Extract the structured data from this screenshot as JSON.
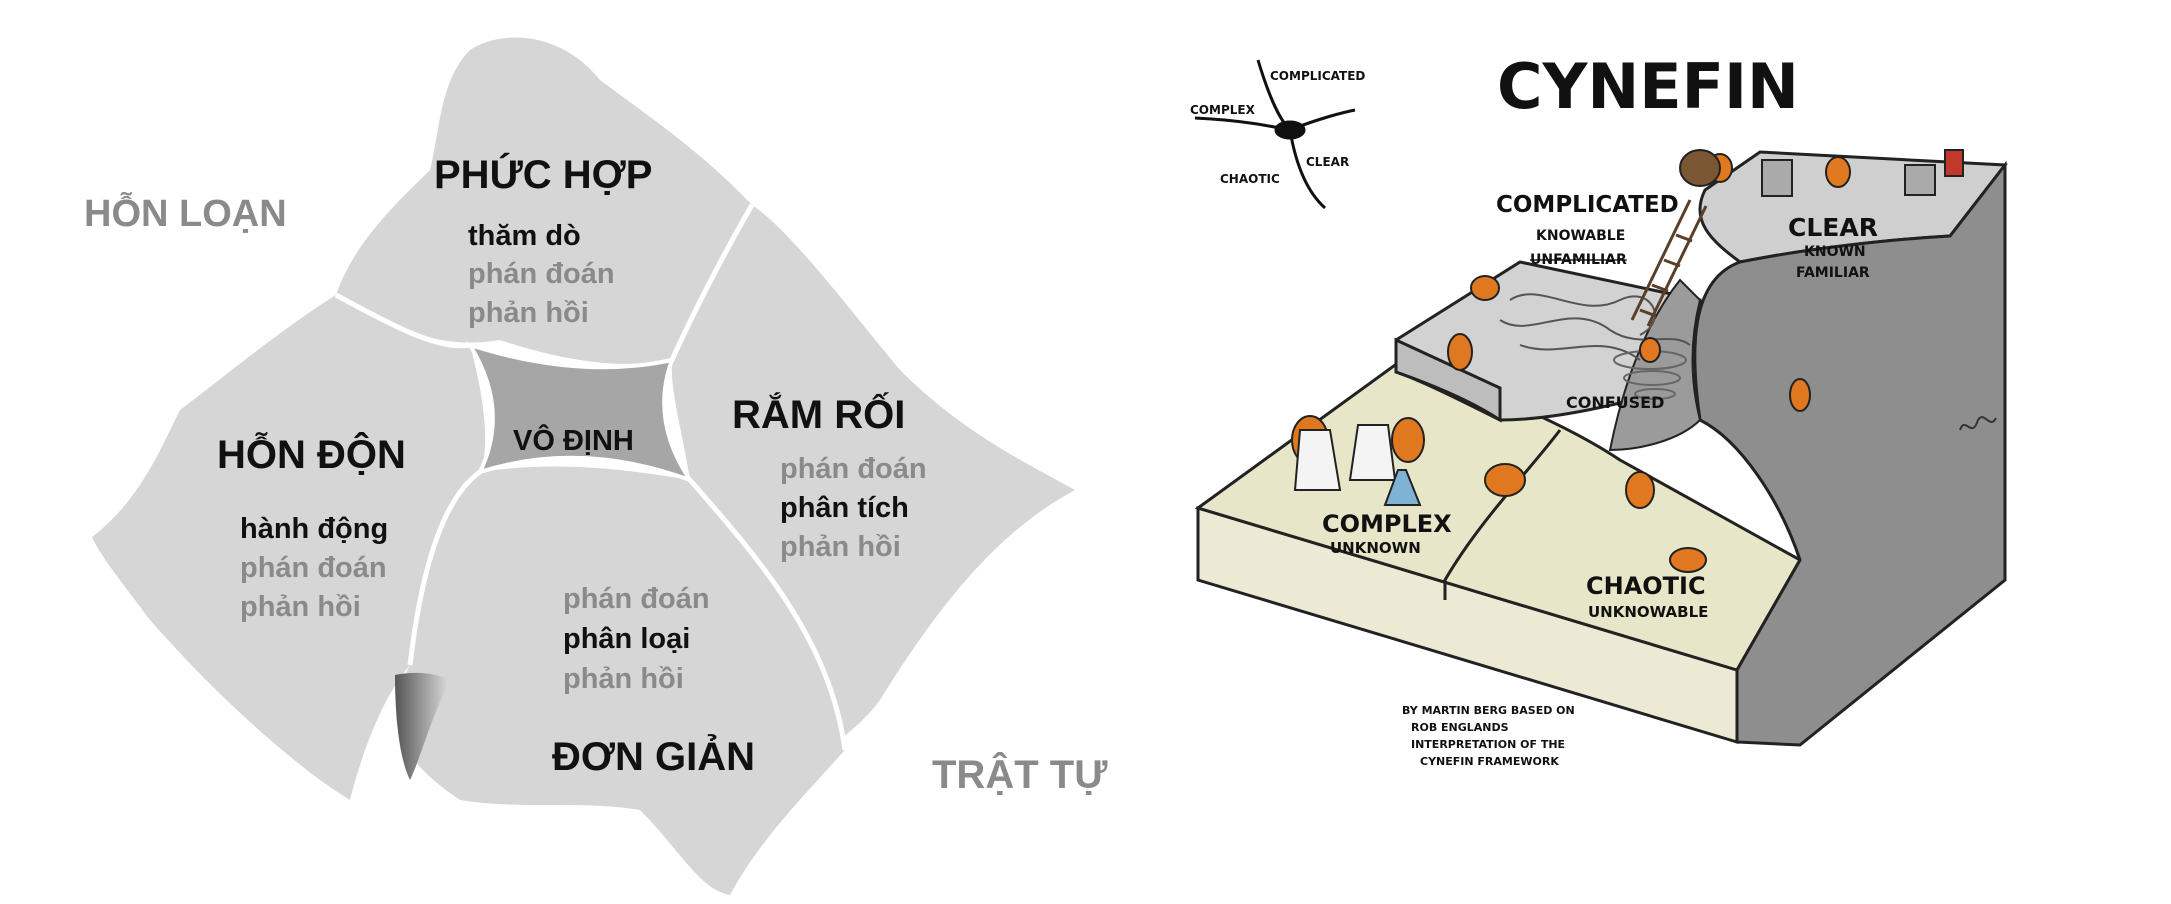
{
  "left_diagram": {
    "outer_labels": {
      "chaos": "HỖN LOẠN",
      "order": "TRẬT TỰ"
    },
    "center": "VÔ ĐỊNH",
    "domains": {
      "phuc_hop": {
        "title": "PHỨC HỢP",
        "steps": [
          "thăm dò",
          "phán đoán",
          "phản hồi"
        ]
      },
      "ram_roi": {
        "title": "RẮM RỐI",
        "steps": [
          "phán đoán",
          "phân tích",
          "phản hồi"
        ]
      },
      "hon_don": {
        "title": "HỖN ĐỘN",
        "steps": [
          "hành động",
          "phán đoán",
          "phản hồi"
        ]
      },
      "don_gian": {
        "title": "ĐƠN GIẢN",
        "steps": [
          "phán đoán",
          "phân loại",
          "phản hồi"
        ]
      }
    }
  },
  "right_illustration": {
    "title": "CYNEFIN",
    "mini_map": [
      "COMPLICATED",
      "COMPLEX",
      "CLEAR",
      "CHAOTIC"
    ],
    "complicated": {
      "title": "COMPLICATED",
      "line1": "KNOWABLE",
      "line2": "UNFAMILIAR"
    },
    "clear": {
      "title": "CLEAR",
      "line1": "KNOWN",
      "line2": "FAMILIAR"
    },
    "confused": "CONFUSED",
    "complex": {
      "title": "COMPLEX",
      "sub": "UNKNOWN"
    },
    "chaotic": {
      "title": "CHAOTIC",
      "sub": "UNKNOWABLE"
    },
    "credit": [
      "BY MARTIN BERG BASED ON",
      "ROB ENGLANDS",
      "INTERPRETATION OF THE",
      "CYNEFIN FRAMEWORK"
    ]
  }
}
